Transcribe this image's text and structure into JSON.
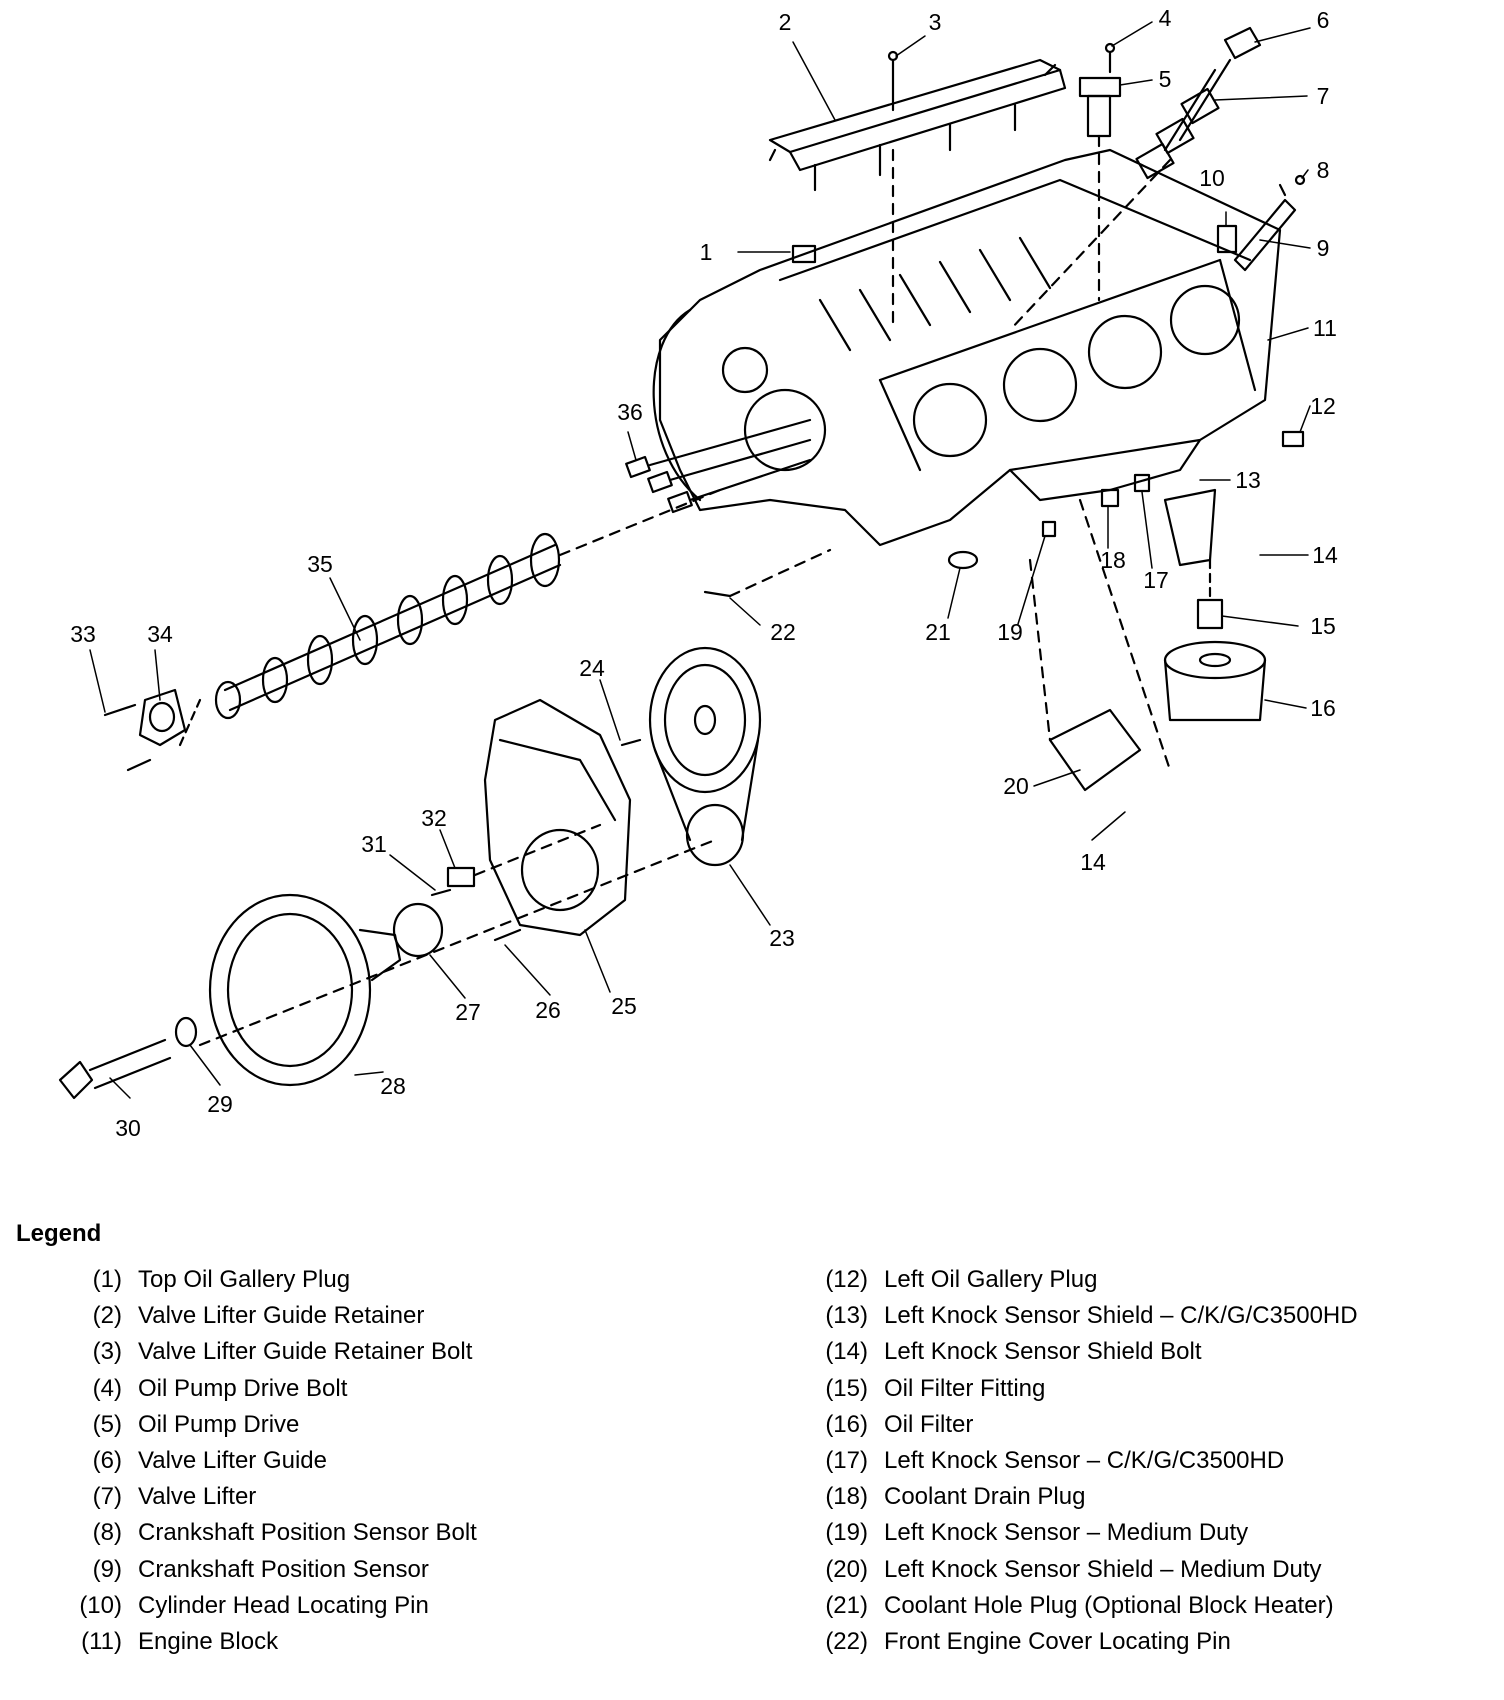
{
  "diagram": {
    "callouts": [
      "1",
      "2",
      "3",
      "4",
      "5",
      "6",
      "7",
      "8",
      "9",
      "10",
      "11",
      "12",
      "13",
      "14",
      "15",
      "16",
      "17",
      "18",
      "19",
      "20",
      "21",
      "22",
      "23",
      "24",
      "25",
      "26",
      "27",
      "28",
      "29",
      "30",
      "31",
      "32",
      "33",
      "34",
      "35",
      "36",
      "14"
    ]
  },
  "legend": {
    "title": "Legend",
    "left": [
      {
        "num": "(1)",
        "label": "Top Oil Gallery Plug"
      },
      {
        "num": "(2)",
        "label": "Valve Lifter Guide Retainer"
      },
      {
        "num": "(3)",
        "label": "Valve Lifter Guide Retainer Bolt"
      },
      {
        "num": "(4)",
        "label": "Oil Pump Drive Bolt"
      },
      {
        "num": "(5)",
        "label": "Oil Pump Drive"
      },
      {
        "num": "(6)",
        "label": "Valve Lifter Guide"
      },
      {
        "num": "(7)",
        "label": "Valve Lifter"
      },
      {
        "num": "(8)",
        "label": "Crankshaft Position Sensor Bolt"
      },
      {
        "num": "(9)",
        "label": "Crankshaft Position Sensor"
      },
      {
        "num": "(10)",
        "label": "Cylinder Head Locating Pin"
      },
      {
        "num": "(11)",
        "label": "Engine Block"
      }
    ],
    "right": [
      {
        "num": "(12)",
        "label": "Left Oil Gallery Plug"
      },
      {
        "num": "(13)",
        "label": "Left Knock Sensor Shield – C/K/G/C3500HD"
      },
      {
        "num": "(14)",
        "label": "Left Knock Sensor Shield Bolt"
      },
      {
        "num": "(15)",
        "label": "Oil Filter Fitting"
      },
      {
        "num": "(16)",
        "label": "Oil Filter"
      },
      {
        "num": "(17)",
        "label": "Left Knock Sensor – C/K/G/C3500HD"
      },
      {
        "num": "(18)",
        "label": "Coolant Drain Plug"
      },
      {
        "num": "(19)",
        "label": "Left Knock Sensor – Medium Duty"
      },
      {
        "num": "(20)",
        "label": "Left Knock Sensor Shield – Medium Duty"
      },
      {
        "num": "(21)",
        "label": "Coolant Hole Plug (Optional Block Heater)"
      },
      {
        "num": "(22)",
        "label": "Front Engine Cover Locating Pin"
      }
    ]
  }
}
